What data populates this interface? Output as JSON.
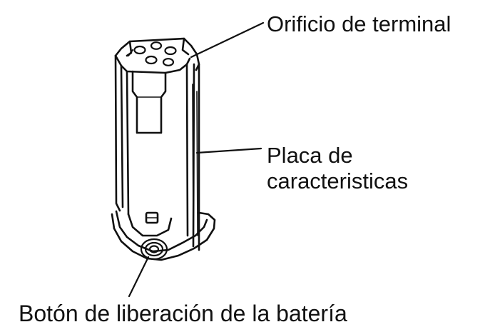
{
  "labels": {
    "terminal_hole": "Orificio de terminal",
    "rating_plate_line1": "Placa de",
    "rating_plate_line2": "caracteristicas",
    "release_button": "Botón de liberación de la batería"
  },
  "colors": {
    "ink": "#111111",
    "background": "#ffffff"
  }
}
